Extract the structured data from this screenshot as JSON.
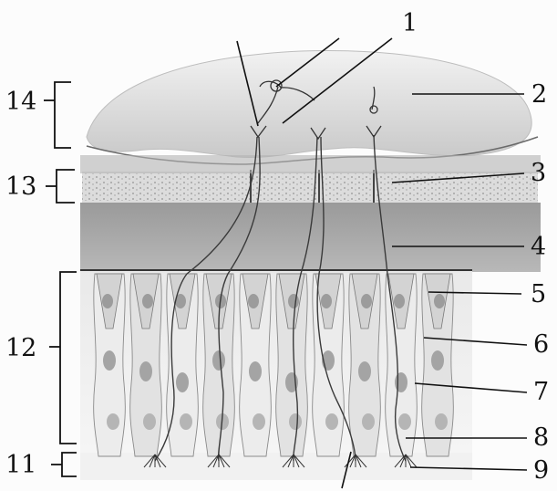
{
  "labels": {
    "l1": "1",
    "l2": "2",
    "l3": "3",
    "l4": "4",
    "l5": "5",
    "l6": "6",
    "l7": "7",
    "l8": "8",
    "l9": "9",
    "l11": "11",
    "l12": "12",
    "l13": "13",
    "l14": "14"
  }
}
